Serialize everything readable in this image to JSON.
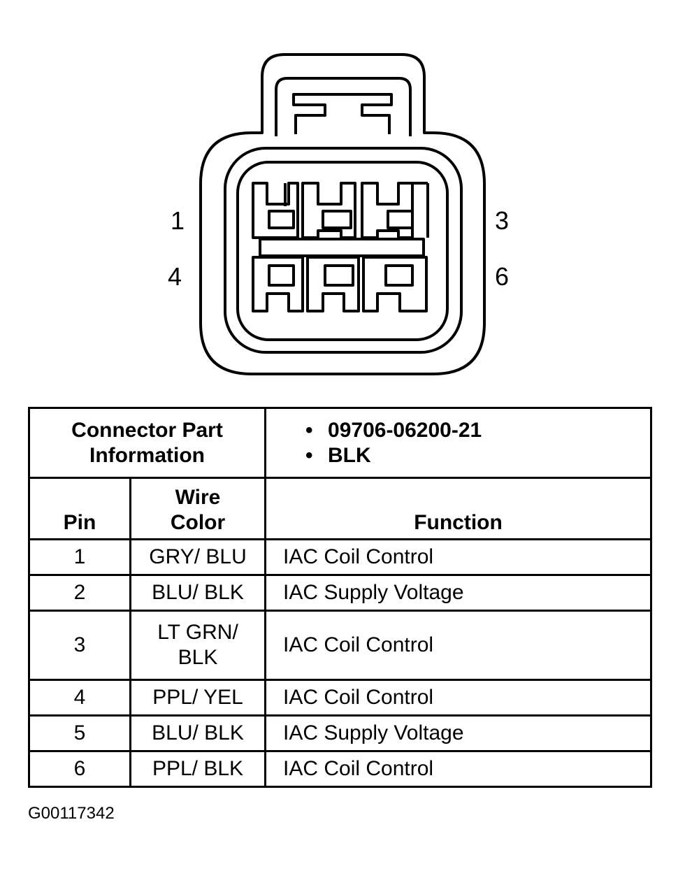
{
  "pin_labels": {
    "top_left": "1",
    "top_right": "3",
    "bottom_left": "4",
    "bottom_right": "6"
  },
  "table": {
    "part_info_header": [
      "Connector Part",
      "Information"
    ],
    "part_info_items": [
      "09706-06200-21",
      "BLK"
    ],
    "col_pin": "Pin",
    "col_wire_color": [
      "Wire",
      "Color"
    ],
    "col_function": "Function",
    "rows": [
      {
        "pin": "1",
        "wire": [
          "GRY/ BLU"
        ],
        "function": "IAC Coil Control"
      },
      {
        "pin": "2",
        "wire": [
          "BLU/ BLK"
        ],
        "function": "IAC Supply Voltage"
      },
      {
        "pin": "3",
        "wire": [
          "LT GRN/",
          "BLK"
        ],
        "function": "IAC Coil Control"
      },
      {
        "pin": "4",
        "wire": [
          "PPL/ YEL"
        ],
        "function": "IAC Coil Control"
      },
      {
        "pin": "5",
        "wire": [
          "BLU/ BLK"
        ],
        "function": "IAC Supply Voltage"
      },
      {
        "pin": "6",
        "wire": [
          "PPL/ BLK"
        ],
        "function": "IAC Coil Control"
      }
    ]
  },
  "figure_id": "G00117342"
}
